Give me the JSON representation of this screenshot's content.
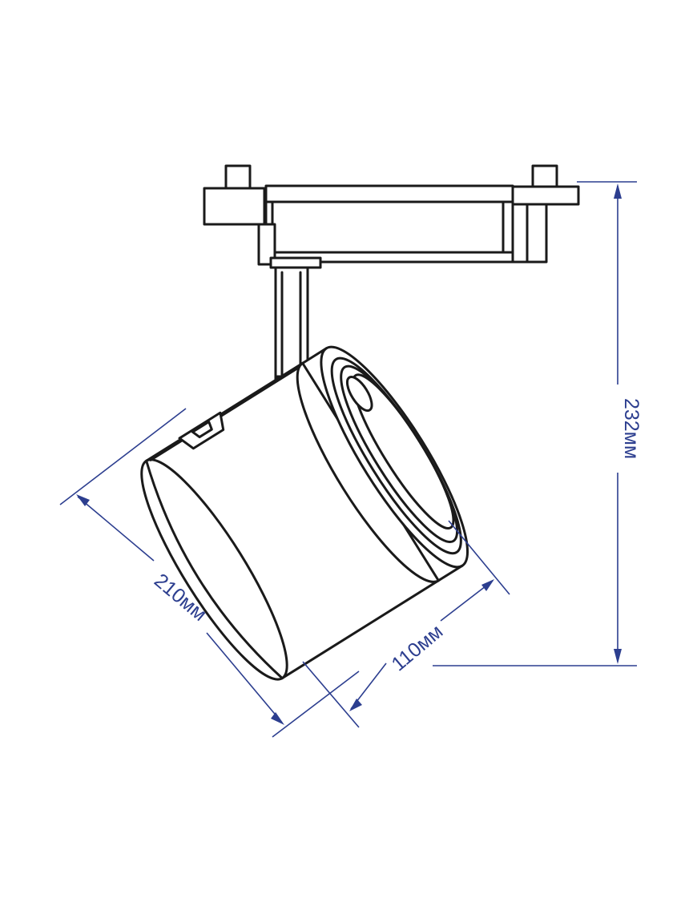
{
  "dimensions": {
    "height_label": "232мм",
    "length_label": "210мм",
    "diameter_label": "110мм"
  },
  "colors": {
    "line_art": "#1a1a1a",
    "dimension_lines": "#2c3e8f",
    "background": "#ffffff"
  }
}
